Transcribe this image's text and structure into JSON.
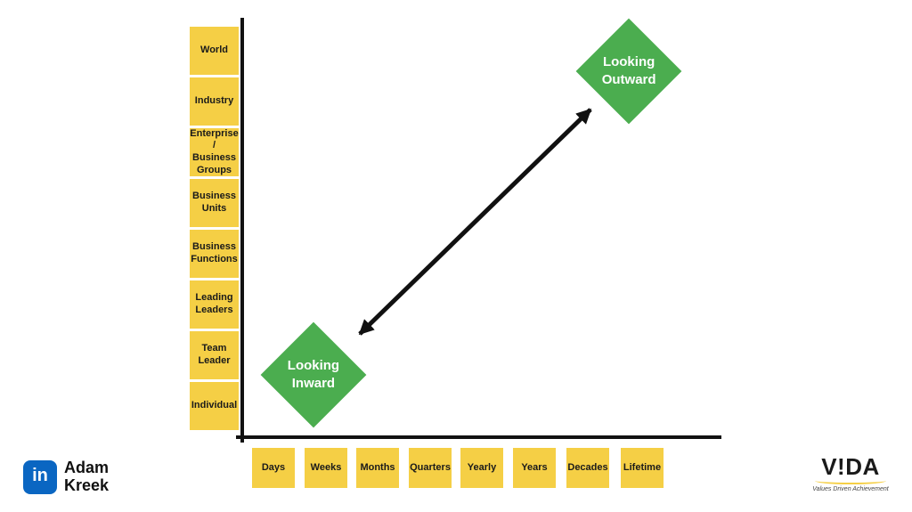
{
  "colors": {
    "yellow": "#F5CF45",
    "green": "#4BAD4F",
    "axis": "#111111",
    "linkedin": "#0A66C2"
  },
  "y_axis": {
    "items": [
      {
        "label": "World"
      },
      {
        "label": "Industry"
      },
      {
        "label": "Enterprise / Business Groups"
      },
      {
        "label": "Business Units"
      },
      {
        "label": "Business Functions"
      },
      {
        "label": "Leading Leaders"
      },
      {
        "label": "Team Leader"
      },
      {
        "label": "Individual"
      }
    ]
  },
  "x_axis": {
    "items": [
      {
        "label": "Days"
      },
      {
        "label": "Weeks"
      },
      {
        "label": "Months"
      },
      {
        "label": "Quarters"
      },
      {
        "label": "Yearly"
      },
      {
        "label": "Years"
      },
      {
        "label": "Decades"
      },
      {
        "label": "Lifetime"
      }
    ]
  },
  "diamonds": {
    "inward": {
      "line1": "Looking",
      "line2": "Inward"
    },
    "outward": {
      "line1": "Looking",
      "line2": "Outward"
    }
  },
  "footer": {
    "linkedin_glyph": "in",
    "author_line1": "Adam",
    "author_line2": "Kreek",
    "brand_name": "V!DA",
    "brand_tagline": "Values Driven Achievement"
  }
}
